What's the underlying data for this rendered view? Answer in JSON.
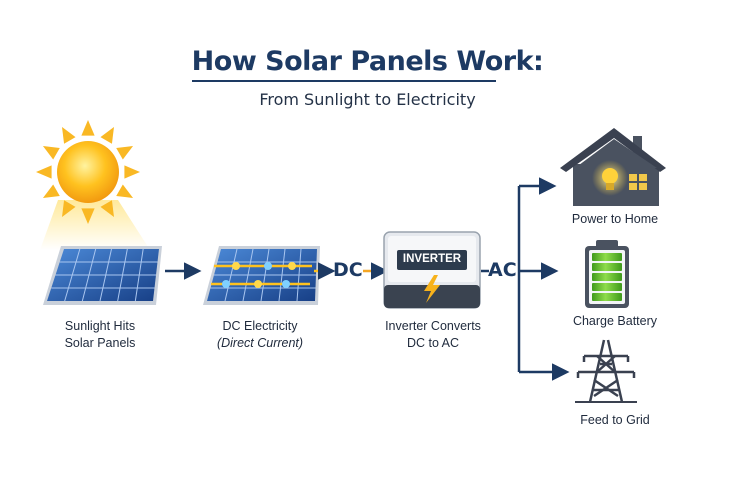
{
  "header": {
    "title": "How Solar Panels Work:",
    "subtitle": "From Sunlight to Electricity"
  },
  "steps": [
    {
      "line1": "Sunlight Hits",
      "line2": "Solar Panels"
    },
    {
      "line1": "DC Electricity",
      "line2": "(Direct Current)"
    },
    {
      "line1": "Inverter Converts",
      "line2": "DC to AC"
    }
  ],
  "flow_labels": {
    "dc": "DC",
    "ac": "AC"
  },
  "inverter_label": "INVERTER",
  "outputs": {
    "home": "Power to Home",
    "battery": "Charge Battery",
    "grid": "Feed to Grid"
  },
  "colors": {
    "title": "#1d3a63",
    "arrow": "#1d3a63",
    "panel": "#1e4f9a",
    "sun": "#f7b21c",
    "battery": "#5fbf2a",
    "bulb": "#ffd23a"
  }
}
